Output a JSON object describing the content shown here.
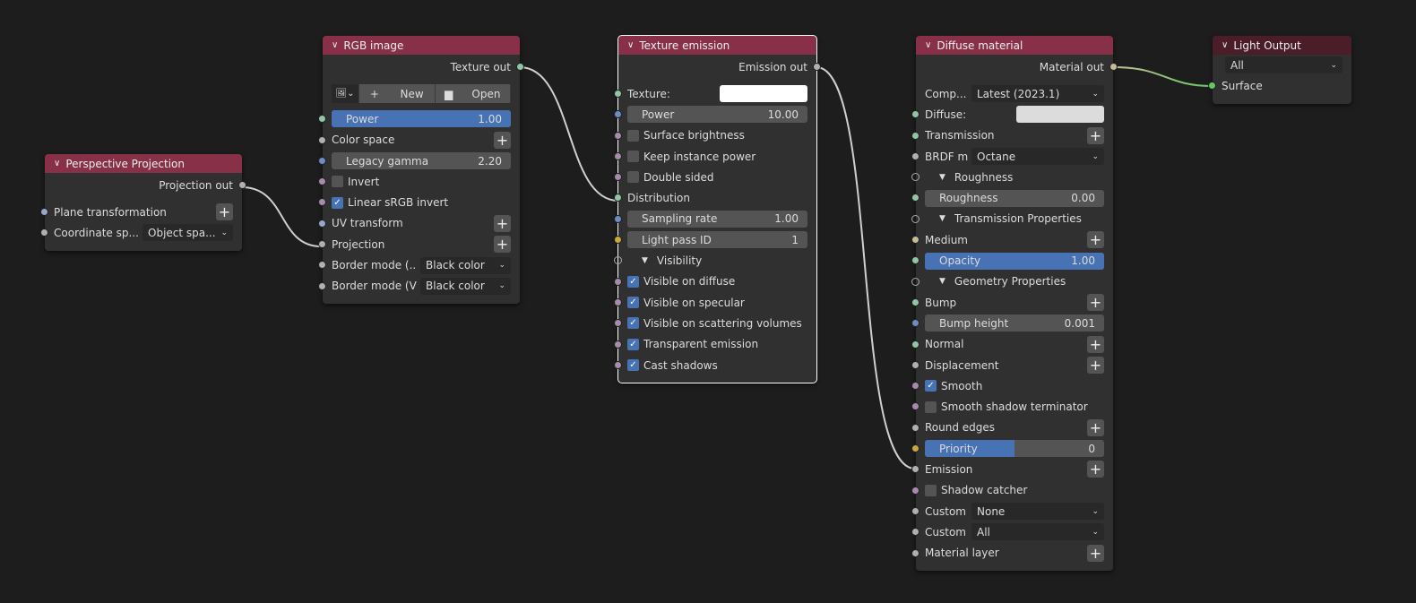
{
  "colors": {
    "g": "#8fc7a6",
    "w": "#b0b0b0",
    "b": "#6d8cc4",
    "p": "#a88aac",
    "y": "#c9a73a",
    "bg": "#97a8c8",
    "t": "#c7bb94",
    "gr": "#63c763",
    "header": "#883048",
    "accent": "#4772b3"
  },
  "nodes": [
    {
      "id": "perspective-projection",
      "title": "Perspective Projection",
      "rows": [
        {
          "type": "out",
          "label": "Projection out",
          "sock": "w"
        },
        {
          "type": "add",
          "label": "Plane transformation",
          "sock": "bg"
        },
        {
          "type": "dd",
          "label": "Coordinate sp...",
          "value": "Object spa...",
          "sock": "w"
        }
      ]
    },
    {
      "id": "rgb-image",
      "title": "RGB image",
      "rows": [
        {
          "type": "out",
          "label": "Texture out",
          "sock": "g"
        },
        {
          "type": "img",
          "new": "New",
          "open": "Open"
        },
        {
          "type": "slider",
          "label": "Power",
          "value": "1.00",
          "fill": 1.0,
          "sock": "g"
        },
        {
          "type": "add",
          "label": "Color space",
          "sock": "w"
        },
        {
          "type": "slider",
          "label": "Legacy gamma",
          "value": "2.20",
          "fill": 0,
          "sock": "b"
        },
        {
          "type": "cb",
          "label": "Invert",
          "checked": false,
          "sock": "p"
        },
        {
          "type": "cb",
          "label": "Linear sRGB invert",
          "checked": true,
          "sock": "p"
        },
        {
          "type": "add",
          "label": "UV transform",
          "sock": "bg"
        },
        {
          "type": "add",
          "label": "Projection",
          "sock": "w"
        },
        {
          "type": "dd",
          "label": "Border mode (...",
          "value": "Black color",
          "sock": "w"
        },
        {
          "type": "dd",
          "label": "Border mode (V)",
          "value": "Black color",
          "sock": "w"
        }
      ]
    },
    {
      "id": "texture-emission",
      "title": "Texture emission",
      "rows": [
        {
          "type": "out",
          "label": "Emission out",
          "sock": "w"
        },
        {
          "type": "color",
          "label": "Texture:",
          "color": "#ffffff",
          "sock": "g"
        },
        {
          "type": "slider",
          "label": "Power",
          "value": "10.00",
          "fill": 0,
          "sock": "b"
        },
        {
          "type": "cb",
          "label": "Surface brightness",
          "checked": false,
          "sock": "p"
        },
        {
          "type": "cb",
          "label": "Keep instance power",
          "checked": false,
          "sock": "p"
        },
        {
          "type": "cb",
          "label": "Double sided",
          "checked": false,
          "sock": "p"
        },
        {
          "type": "label",
          "label": "Distribution",
          "sock": "g"
        },
        {
          "type": "slider",
          "label": "Sampling rate",
          "value": "1.00",
          "fill": 0,
          "sock": "b"
        },
        {
          "type": "slider",
          "label": "Light pass ID",
          "value": "1",
          "fill": 0,
          "sock": "y"
        },
        {
          "type": "sec",
          "label": "Visibility",
          "sock": "h"
        },
        {
          "type": "cb",
          "label": "Visible on diffuse",
          "checked": true,
          "sock": "p"
        },
        {
          "type": "cb",
          "label": "Visible on specular",
          "checked": true,
          "sock": "p"
        },
        {
          "type": "cb",
          "label": "Visible on scattering volumes",
          "checked": true,
          "sock": "p"
        },
        {
          "type": "cb",
          "label": "Transparent emission",
          "checked": true,
          "sock": "p"
        },
        {
          "type": "cb",
          "label": "Cast shadows",
          "checked": true,
          "sock": "p"
        }
      ]
    },
    {
      "id": "diffuse-material",
      "title": "Diffuse material",
      "rows": [
        {
          "type": "out",
          "label": "Material out",
          "sock": "t"
        },
        {
          "type": "dd",
          "label": "Comp...",
          "value": "Latest (2023.1)"
        },
        {
          "type": "color",
          "label": "Diffuse:",
          "color": "#dcdcdc",
          "sock": "g"
        },
        {
          "type": "add",
          "label": "Transmission",
          "sock": "g"
        },
        {
          "type": "dd",
          "label": "BRDF model",
          "value": "Octane",
          "sock": "w"
        },
        {
          "type": "sec",
          "label": "Roughness",
          "sock": "h"
        },
        {
          "type": "slider",
          "label": "Roughness",
          "value": "0.00",
          "fill": 0,
          "sock": "g"
        },
        {
          "type": "sec",
          "label": "Transmission Properties",
          "sock": "h"
        },
        {
          "type": "add",
          "label": "Medium",
          "sock": "t"
        },
        {
          "type": "slider",
          "label": "Opacity",
          "value": "1.00",
          "fill": 1.0,
          "sock": "g"
        },
        {
          "type": "sec",
          "label": "Geometry Properties",
          "sock": "h"
        },
        {
          "type": "add",
          "label": "Bump",
          "sock": "g"
        },
        {
          "type": "slider",
          "label": "Bump height",
          "value": "0.001",
          "fill": 0,
          "sock": "b"
        },
        {
          "type": "add",
          "label": "Normal",
          "sock": "g"
        },
        {
          "type": "add",
          "label": "Displacement",
          "sock": "w"
        },
        {
          "type": "cb",
          "label": "Smooth",
          "checked": true,
          "sock": "p"
        },
        {
          "type": "cb",
          "label": "Smooth shadow terminator",
          "checked": false,
          "sock": "p"
        },
        {
          "type": "add",
          "label": "Round edges",
          "sock": "w"
        },
        {
          "type": "slider",
          "label": "Priority",
          "value": "0",
          "fill": 0.5,
          "sock": "y"
        },
        {
          "type": "add",
          "label": "Emission",
          "sock": "w"
        },
        {
          "type": "cb",
          "label": "Shadow catcher",
          "checked": false,
          "sock": "p"
        },
        {
          "type": "dd",
          "label": "Custom AOV",
          "value": "None",
          "sock": "w"
        },
        {
          "type": "dd",
          "label": "Custom AOV c...",
          "value": "All",
          "sock": "w"
        },
        {
          "type": "add",
          "label": "Material layer",
          "sock": "w"
        }
      ]
    },
    {
      "id": "light-output",
      "title": "Light Output",
      "dark": true,
      "rows": [
        {
          "type": "ddfull",
          "value": "All"
        },
        {
          "type": "label",
          "label": "Surface",
          "sock": "gr"
        }
      ]
    }
  ]
}
